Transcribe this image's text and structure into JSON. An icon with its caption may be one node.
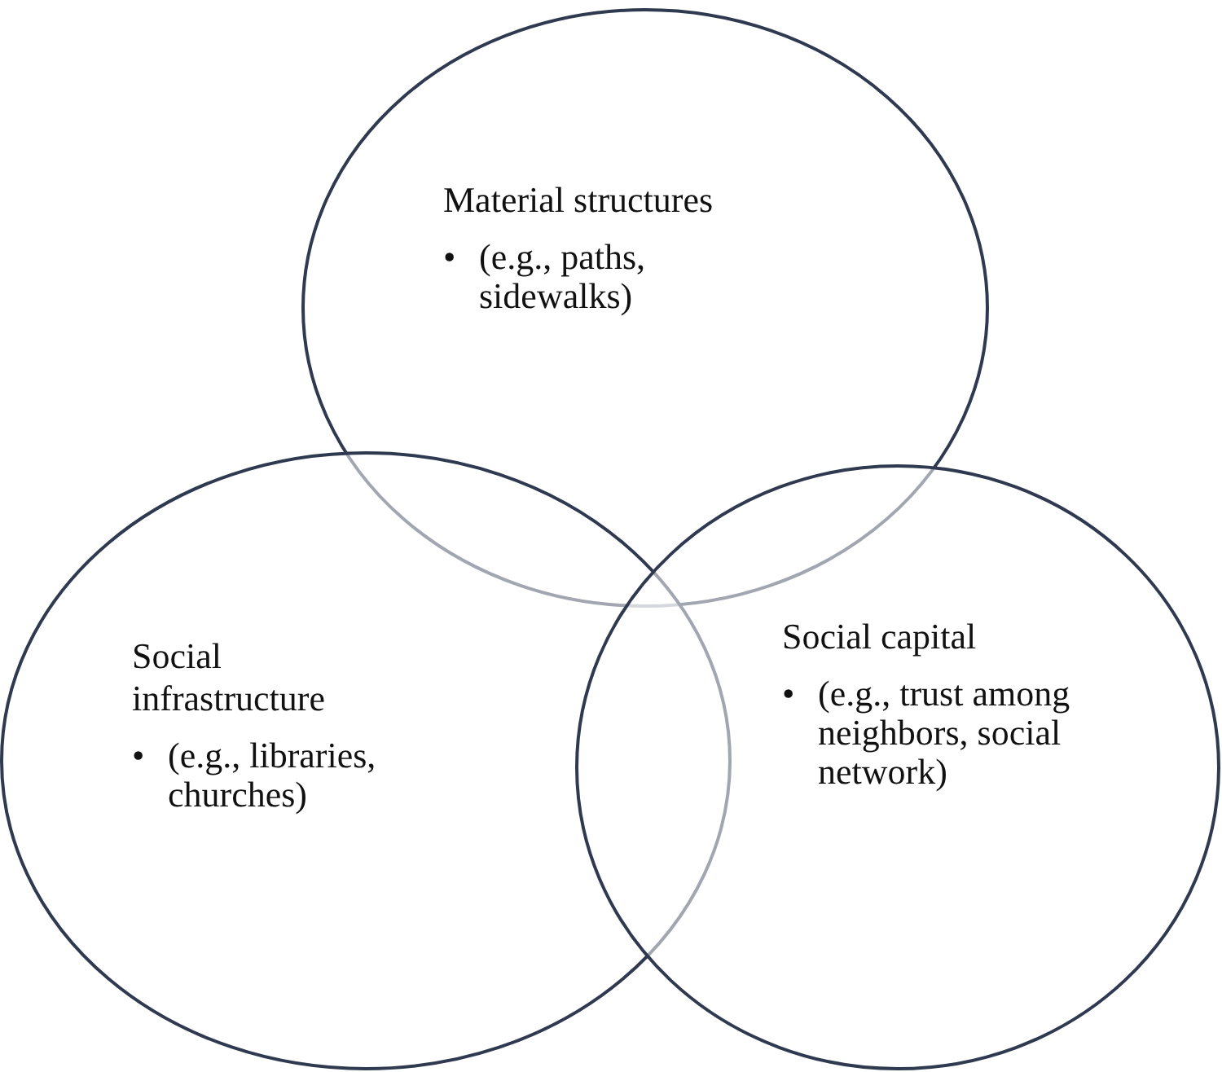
{
  "diagram": {
    "nodes": [
      {
        "text": [
          "Material structures",
          "•",
          "(e.g., paths, sidewalks)"
        ]
      },
      {
        "text": [
          "Social infrastructure",
          "•",
          "(e.g., libraries, churches)"
        ]
      },
      {
        "text": [
          "Social capital",
          "•",
          "(e.g., trust among neighbors, social network)"
        ]
      }
    ]
  }
}
